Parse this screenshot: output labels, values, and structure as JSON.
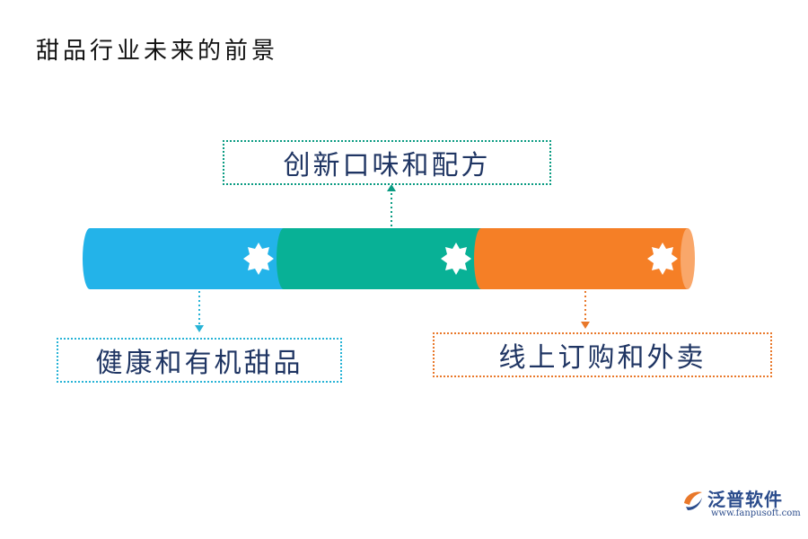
{
  "title": "甜品行业未来的前景",
  "segments": [
    {
      "label": "健康和有机甜品",
      "color": "#23b3e9",
      "label_color": "#27b3d6"
    },
    {
      "label": "创新口味和配方",
      "color": "#08b196",
      "label_color": "#0a9b82"
    },
    {
      "label": "线上订购和外卖",
      "color": "#f57f26",
      "label_color": "#e9782a"
    }
  ],
  "logo": {
    "brand": "泛普软件",
    "url": "www.fanpusoft.com"
  },
  "colors": {
    "text": "#1f3563",
    "pipe_end": "#f9a76a"
  }
}
